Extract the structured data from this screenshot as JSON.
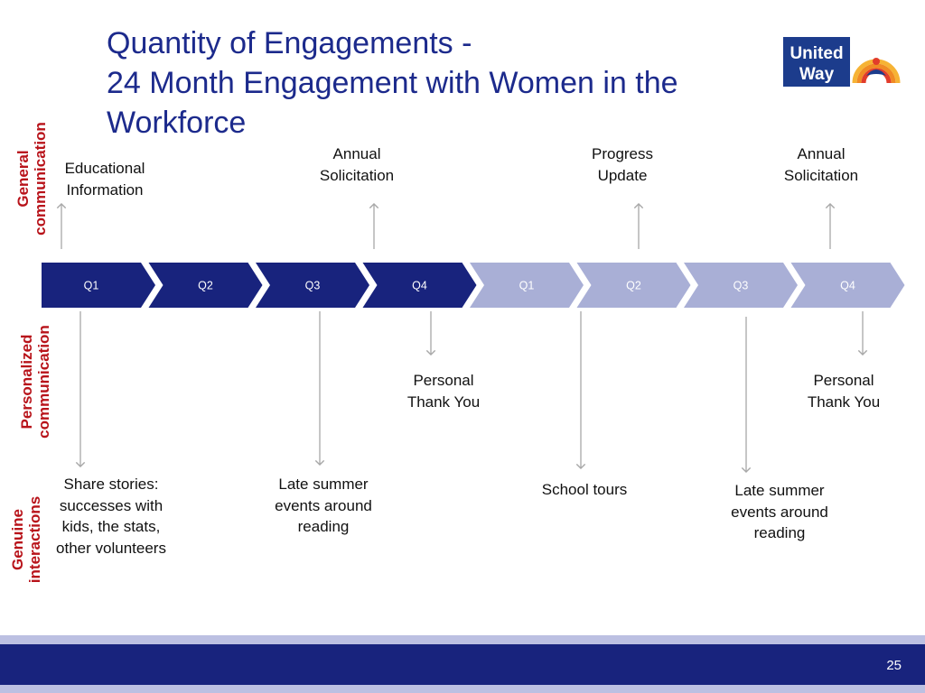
{
  "slide": {
    "title_lines": [
      "Quantity of Engagements -",
      "24 Month Engagement with Women in the",
      "Workforce"
    ],
    "page_number": "25"
  },
  "logo": {
    "line1": "United",
    "line2": "Way"
  },
  "row_labels": [
    {
      "lines": [
        "General",
        "communication"
      ]
    },
    {
      "lines": [
        "Personalized",
        "communication"
      ]
    },
    {
      "lines": [
        "Genuine",
        "interactions"
      ]
    }
  ],
  "timeline": {
    "quarters": [
      {
        "label": "Q1",
        "state": "current"
      },
      {
        "label": "Q2",
        "state": "current"
      },
      {
        "label": "Q3",
        "state": "current"
      },
      {
        "label": "Q4",
        "state": "current"
      },
      {
        "label": "Q1",
        "state": "future"
      },
      {
        "label": "Q2",
        "state": "future"
      },
      {
        "label": "Q3",
        "state": "future"
      },
      {
        "label": "Q4",
        "state": "future"
      }
    ]
  },
  "notes": {
    "educational": "Educational Information",
    "annual1": "Annual Solicitation",
    "progress": "Progress Update",
    "annual2": "Annual Solicitation",
    "thankyou1": "Personal Thank You",
    "thankyou2": "Personal Thank You",
    "share": "Share stories: successes with kids, the stats, other volunteers",
    "summer1": "Late summer events around reading",
    "tours": "School tours",
    "summer2": "Late summer events around reading"
  },
  "colors": {
    "title": "#1c2a8c",
    "label_red": "#b8131a",
    "chevron_dark": "#18237d",
    "chevron_light": "#a9afd6",
    "arrow": "#a8a8a8",
    "footer_dark": "#18237d",
    "footer_light": "#bcc0e2"
  }
}
